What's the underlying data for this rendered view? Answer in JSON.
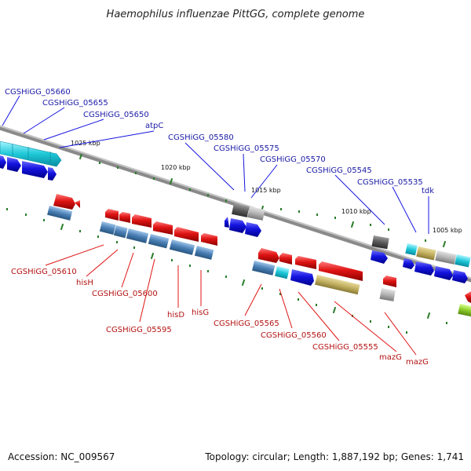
{
  "title": "Haemophilus influenzae PittGG, complete genome",
  "footer": {
    "accession": "Accession: NC_009567",
    "summary": "Topology: circular; Length: 1,887,192 bp; Genes: 1,741"
  },
  "scale_labels": [
    "1025 kbp",
    "1020 kbp",
    "1015 kbp",
    "1010 kbp",
    "1005 kbp"
  ],
  "genes_top_strand": [
    "CGSHiGG_05660",
    "CGSHiGG_05655",
    "CGSHiGG_05650",
    "atpC",
    "CGSHiGG_05580",
    "CGSHiGG_05575",
    "CGSHiGG_05570",
    "CGSHiGG_05545",
    "CGSHiGG_05535",
    "tdk"
  ],
  "genes_bottom_strand": [
    "CGSHiGG_05610",
    "hisH",
    "CGSHiGG_05600",
    "CGSHiGG_05595",
    "hisD",
    "hisG",
    "CGSHiGG_05565",
    "CGSHiGG_05560",
    "CGSHiGG_05555",
    "mazG",
    "mazG"
  ],
  "colors": {
    "backbone": "#8a8a8a",
    "forward_gene": "#1414e0",
    "reverse_gene": "#e01414",
    "cyan_track": "#1ec8d8",
    "steel_track": "#4a7fb5",
    "khaki_track": "#c2b060",
    "gray_track": "#a0a0a0",
    "tick_marks": "#2a7d2a",
    "top_labels": "#1a1aa6",
    "bottom_labels": "#b31212"
  }
}
